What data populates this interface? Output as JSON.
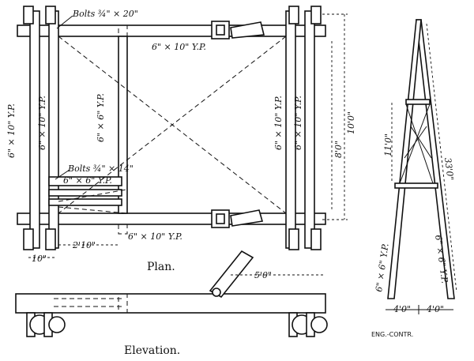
{
  "labels": {
    "bolts_top": "Bolts ¾\" × 20\"",
    "bolts_mid": "Bolts ¾\" × 14\"",
    "top_beam": "6\" × 10\" Y.P.",
    "bottom_beam": "6\" × 10\" Y.P.",
    "left_outer": "6\" × 10\" Y.P.",
    "left_inner": "6\" × 10\" Y.P.",
    "center_post": "6\" × 6\" Y.P.",
    "right_inner": "6\" × 10\" Y.P.",
    "right_outer": "6\" × 10\" Y.P.",
    "cross_beam": "6\" × 6\" Y.P.",
    "dim_8ft": "8'0\"",
    "dim_10ft": "10'0\"",
    "dim_2_10": "2'10\"",
    "dim_10in": "10\"",
    "dim_5ft": "5'0\"",
    "dim_11ft": "11'0\"",
    "dim_33ft": "33'0\"",
    "dim_4ft_left": "4'0\"",
    "dim_4ft_right": "4'0\"",
    "mast_left": "6\" × 6\" Y.P.",
    "mast_right": "6\" × 6\" Y.P."
  },
  "captions": {
    "plan": "Plan.",
    "elevation": "Elevation.",
    "credit": "ENG.-CONTR."
  }
}
